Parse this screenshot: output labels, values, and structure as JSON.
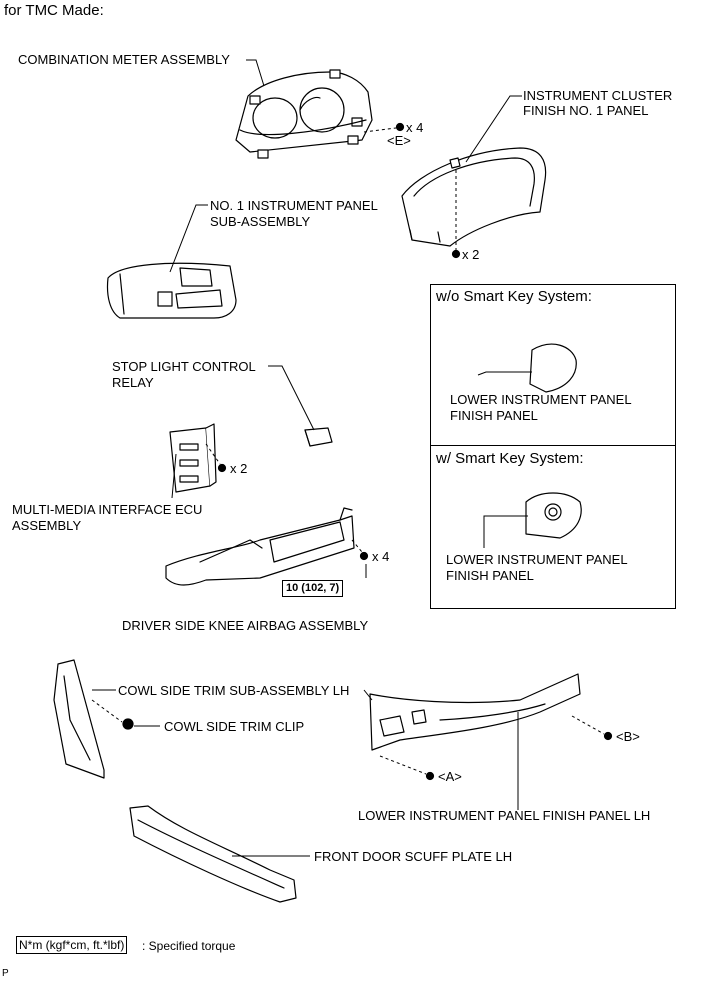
{
  "header": "for TMC Made:",
  "labels": {
    "combination_meter": "COMBINATION METER ASSEMBLY",
    "cluster_finish_1": "INSTRUMENT CLUSTER",
    "cluster_finish_2": "FINISH NO. 1 PANEL",
    "meter_qty": "x 4",
    "meter_ref": "<E>",
    "cluster_qty": "x 2",
    "no1_panel_1": "NO. 1 INSTRUMENT PANEL",
    "no1_panel_2": "SUB-ASSEMBLY",
    "stop_light_1": "STOP LIGHT CONTROL",
    "stop_light_2": "RELAY",
    "ecu_qty": "x 2",
    "ecu_1": "MULTI-MEDIA INTERFACE ECU",
    "ecu_2": "ASSEMBLY",
    "knee_qty": "x 4",
    "knee_torque": "10 (102, 7)",
    "knee_airbag": "DRIVER SIDE KNEE AIRBAG ASSEMBLY",
    "cowl_trim": "COWL SIDE TRIM SUB-ASSEMBLY LH",
    "cowl_clip": "COWL SIDE TRIM CLIP",
    "ref_b": "<B>",
    "ref_a": "<A>",
    "lower_finish_lh": "LOWER INSTRUMENT PANEL FINISH PANEL LH",
    "scuff_plate": "FRONT DOOR SCUFF PLATE LH"
  },
  "inset_wo": {
    "title": "w/o Smart Key System:",
    "label_1": "LOWER INSTRUMENT PANEL",
    "label_2": "FINISH PANEL"
  },
  "inset_w": {
    "title": "w/ Smart Key System:",
    "label_1": "LOWER INSTRUMENT PANEL",
    "label_2": "FINISH PANEL"
  },
  "legend": {
    "unit": "N*m (kgf*cm, ft.*lbf)",
    "text": ": Specified torque"
  },
  "footer_code": "P"
}
